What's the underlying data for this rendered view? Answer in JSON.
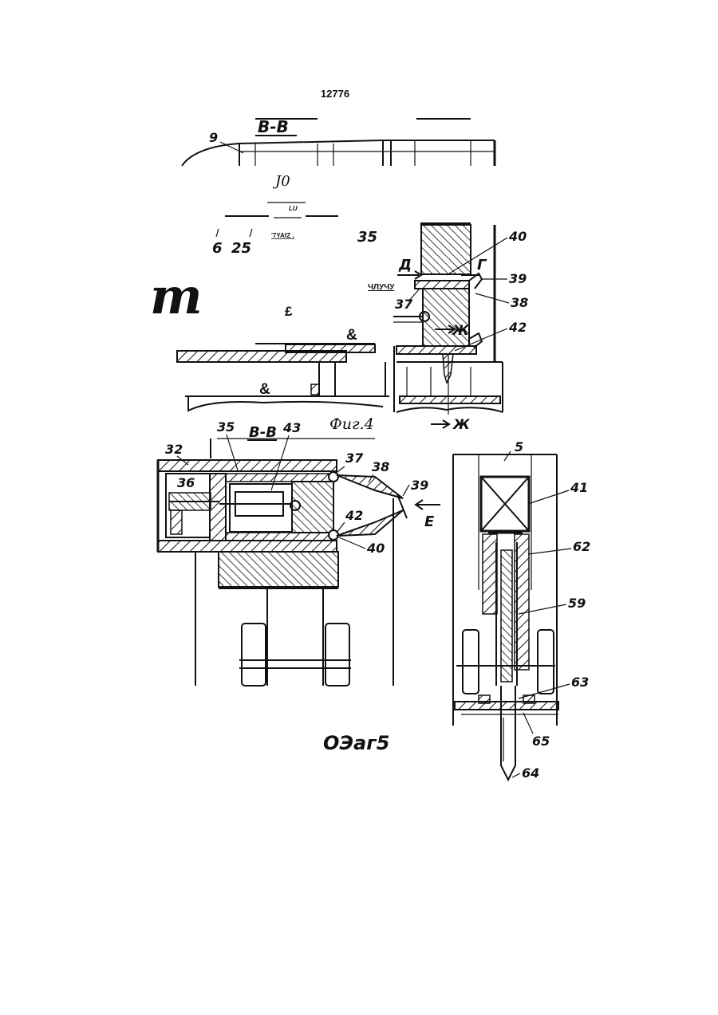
{
  "doc": {
    "page_number": "12776",
    "fig4_caption": "Фиг.4",
    "fig5_caption": "ОЭаг5"
  },
  "top_drawing": {
    "section_label": "В-В",
    "label_9": "9",
    "label_j0": "J0",
    "label_lu": "LU",
    "label_6": "6",
    "label_25": "25",
    "label_7yafz": "'7YAfZ ,",
    "label_35": "35",
    "label_m": "m",
    "label_pound": "£",
    "label_amp1": "&",
    "label_amp2": "&"
  },
  "fig4_right": {
    "label_40": "40",
    "label_D": "Д",
    "label_G": "Г",
    "label_chluchu": "ЧЛУЧУ",
    "label_39": "39",
    "label_37": "37",
    "label_38": "38",
    "label_Zh1": "Ж",
    "label_42": "42",
    "label_Zh2": "Ж"
  },
  "fig5_left": {
    "label_35": "35",
    "section_label": "В-В",
    "label_43": "43",
    "label_32": "32",
    "label_36": "36",
    "label_37": "37",
    "label_38": "38",
    "label_39": "39",
    "label_E": "Е",
    "label_42": "42",
    "label_40": "40"
  },
  "fig5_right": {
    "label_5": "5",
    "label_41": "41",
    "label_62": "62",
    "label_59": "59",
    "label_63": "63",
    "label_65": "65",
    "label_64": "64"
  }
}
